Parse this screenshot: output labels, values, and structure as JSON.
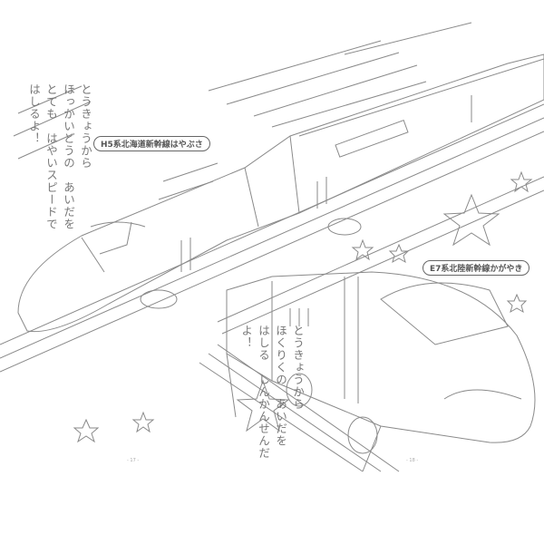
{
  "left_page": {
    "train_label": "H5系北海道新幹線はやぶさ",
    "caption_lines": [
      "とうきょうから",
      "ほっかいどうの　あいだを",
      "とても　はやいスピードで",
      "はしるよ！"
    ],
    "page_number": "- 17 -"
  },
  "right_page": {
    "train_label": "E7系北陸新幹線かがやき",
    "caption_lines": [
      "とうきょうから",
      "ほくりくの　あいだを",
      "はしる　しんかんせんだよ！"
    ],
    "page_number": "- 18 -"
  },
  "colors": {
    "line": "#8a8a8a",
    "text": "#777777"
  }
}
